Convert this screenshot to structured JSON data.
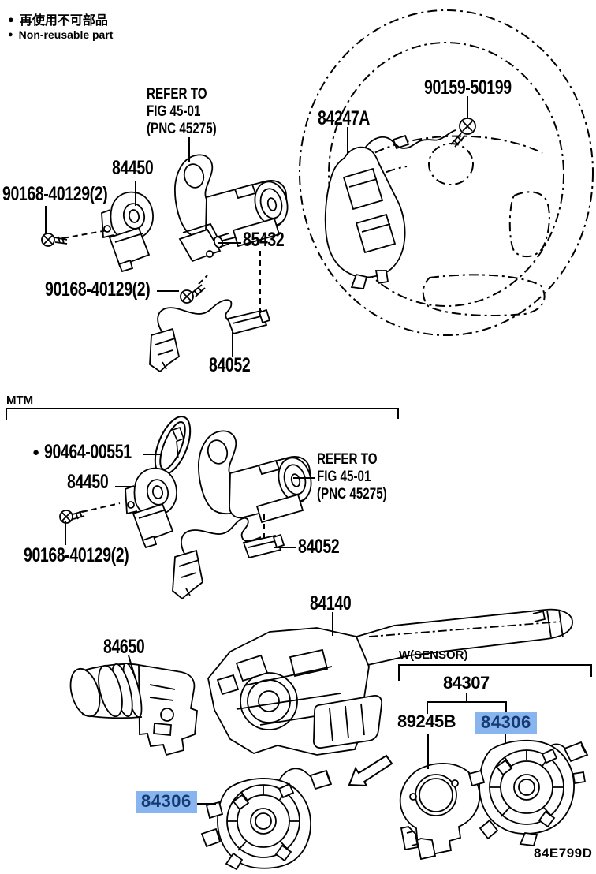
{
  "diagram": {
    "footer_code": "84E799D",
    "legend": {
      "bullet": "●",
      "line_jp": "再使用不可部品",
      "line_en": "Non-reusable part"
    },
    "colors": {
      "ink": "#000000",
      "background": "#ffffff",
      "highlight_bg": "#88B5EF",
      "highlight_text": "#143A6F"
    },
    "top_section": {
      "refer_note": "REFER TO\nFIG 45-01\n(PNC 45275)",
      "labels": {
        "horn_pad_screw": "90159-50199",
        "steering_pad_switch": "84247A",
        "ignition_switch": "84450",
        "screw_upper": "90168-40129(2)",
        "key_interlock_solenoid": "85432",
        "screw_lower": "90168-40129(2)",
        "unlock_warning_wire": "84052"
      }
    },
    "mtm_section": {
      "tag": "MTM",
      "refer_note": "REFER TO\nFIG 45-01\n(PNC 45275)",
      "labels": {
        "key_set": "90464-00551",
        "ignition_switch": "84450",
        "screw": "90168-40129(2)",
        "unlock_warning_wire": "84052"
      }
    },
    "lower_section": {
      "labels": {
        "column_switch": "84140",
        "headlamp_dimmer_switch": "84650",
        "spiral_cable_selected": "84306"
      },
      "sensor_group": {
        "tag": "W(SENSOR)",
        "switch_assy": "84307",
        "steering_sensor": "89245B",
        "spiral_cable": "84306"
      }
    }
  }
}
